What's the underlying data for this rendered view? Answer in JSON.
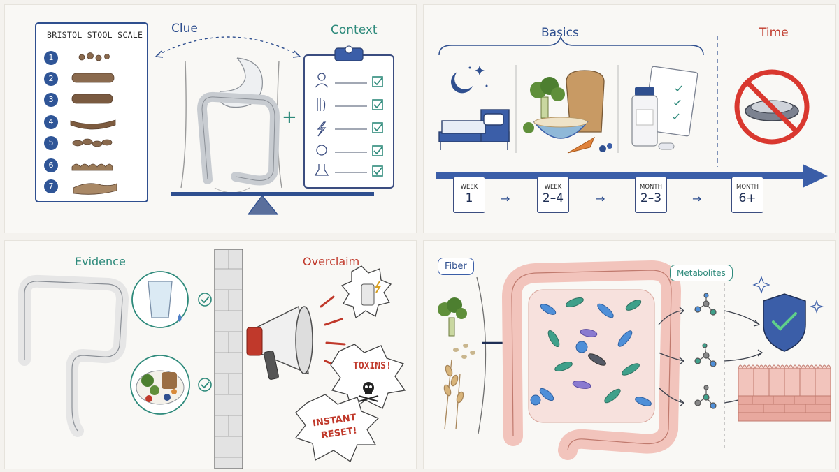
{
  "panel1": {
    "scale_title": "BRISTOL STOOL SCALE",
    "scale_numbers": [
      "1",
      "2",
      "3",
      "4",
      "5",
      "6",
      "7"
    ],
    "clue": "Clue",
    "context": "Context",
    "plus": "+"
  },
  "panel2": {
    "basics": "Basics",
    "time": "Time",
    "timeline": [
      {
        "unit": "WEEK",
        "value": "1"
      },
      {
        "unit": "WEEK",
        "value": "2–4"
      },
      {
        "unit": "MONTH",
        "value": "2–3"
      },
      {
        "unit": "MONTH",
        "value": "6+"
      }
    ],
    "arrow": "→"
  },
  "panel3": {
    "evidence": "Evidence",
    "overclaim": "Overclaim",
    "burst_toxins": "TOXINS!",
    "burst_reset_1": "INSTANT",
    "burst_reset_2": "RESET!"
  },
  "panel4": {
    "fiber": "Fiber",
    "metabolites": "Metabolites"
  },
  "colors": {
    "navy": "#2f4f8f",
    "teal": "#2e8a7b",
    "red": "#c0392b",
    "check": "#2e8a7b"
  }
}
